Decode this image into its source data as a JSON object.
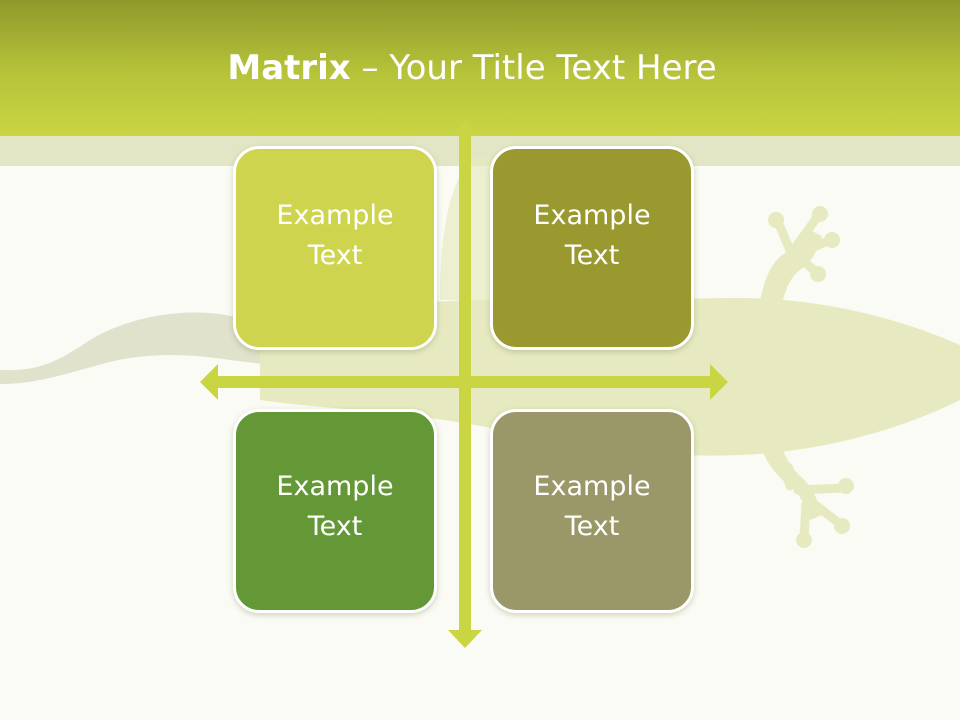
{
  "title": {
    "bold": "Matrix",
    "rest": " – Your Title Text Here"
  },
  "matrix": {
    "top_left": "Example Text",
    "top_right": "Example Text",
    "bottom_left": "Example Text",
    "bottom_right": "Example Text"
  },
  "colors": {
    "header": "#b7c43a",
    "top_left": "#ced44e",
    "top_right": "#99992f",
    "bottom_left": "#649837",
    "bottom_right": "#9a9868",
    "arrows": "#cad544"
  }
}
